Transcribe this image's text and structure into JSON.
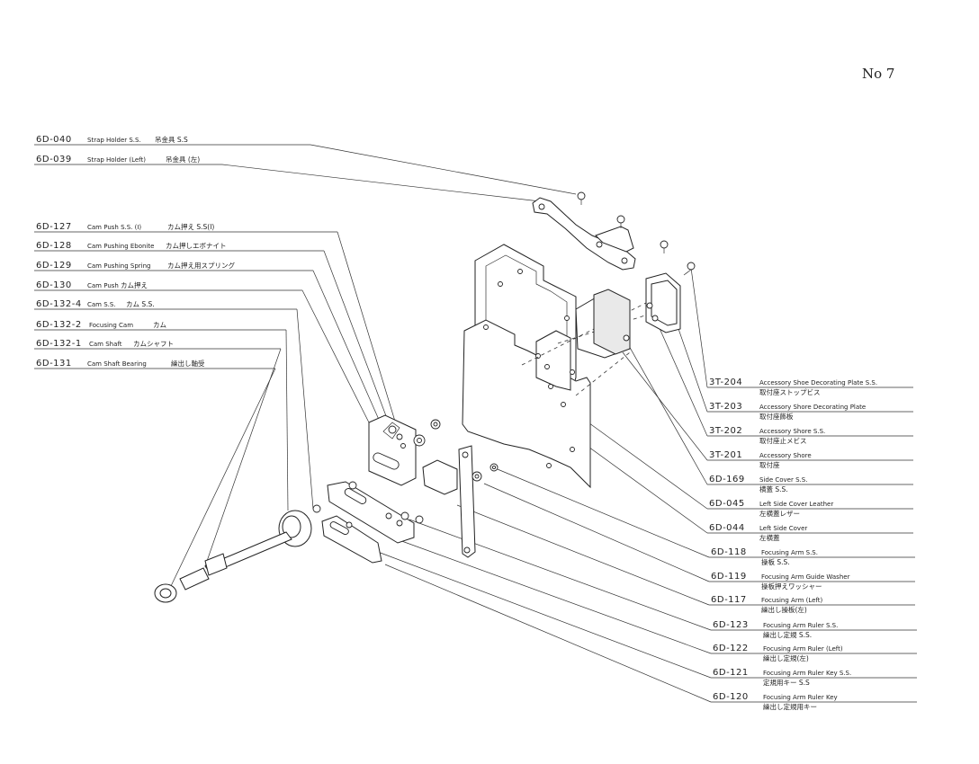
{
  "sheet_number": "No 7",
  "callouts_left": [
    {
      "part_no": "6D-040",
      "name_en": "Strap Holder S.S.",
      "name_jp": "吊金具 S.S"
    },
    {
      "part_no": "6D-039",
      "name_en": "Strap Holder (Left)",
      "name_jp": "吊金具 (左)"
    },
    {
      "part_no": "6D-127",
      "name_en": "Cam Push S.S. (I)",
      "name_jp": "カム押え S.S(I)"
    },
    {
      "part_no": "6D-128",
      "name_en": "Cam Pushing Ebonite",
      "name_jp": "カム押しエボナイト"
    },
    {
      "part_no": "6D-129",
      "name_en": "Cam Pushing Spring",
      "name_jp": "カム押え用スプリング"
    },
    {
      "part_no": "6D-130",
      "name_en": "Cam Push",
      "name_jp": "カム押え"
    },
    {
      "part_no": "6D-132-4",
      "name_en": "Cam S.S.",
      "name_jp": "カム S.S."
    },
    {
      "part_no": "6D-132-2",
      "name_en": "Focusing Cam",
      "name_jp": "カム"
    },
    {
      "part_no": "6D-132-1",
      "name_en": "Cam Shaft",
      "name_jp": "カムシャフト"
    },
    {
      "part_no": "6D-131",
      "name_en": "Cam Shaft Bearing",
      "name_jp": "繰出し軸受"
    }
  ],
  "callouts_right": [
    {
      "part_no": "3T-204",
      "name_en": "Accessory Shoe Decorating Plate S.S.",
      "name_jp": "取付座ストップビス"
    },
    {
      "part_no": "3T-203",
      "name_en": "Accessory Shore Decorating Plate",
      "name_jp": "取付座飾板"
    },
    {
      "part_no": "3T-202",
      "name_en": "Accessory Shore S.S.",
      "name_jp": "取付座止メビス"
    },
    {
      "part_no": "3T-201",
      "name_en": "Accessory Shore",
      "name_jp": "取付座"
    },
    {
      "part_no": "6D-169",
      "name_en": "Side Cover S.S.",
      "name_jp": "横蓋 S.S."
    },
    {
      "part_no": "6D-045",
      "name_en": "Left Side Cover Leather",
      "name_jp": "左横蓋レザー"
    },
    {
      "part_no": "6D-044",
      "name_en": "Left Side Cover",
      "name_jp": "左横蓋"
    },
    {
      "part_no": "6D-118",
      "name_en": "Focusing Arm S.S.",
      "name_jp": "操板 S.S."
    },
    {
      "part_no": "6D-119",
      "name_en": "Focusing Arm Guide Washer",
      "name_jp": "操板押えワッシャー"
    },
    {
      "part_no": "6D-117",
      "name_en": "Focusing Arm (Left)",
      "name_jp": "繰出し操板(左)"
    },
    {
      "part_no": "6D-123",
      "name_en": "Focusing Arm Ruler S.S.",
      "name_jp": "繰出し定規 S.S."
    },
    {
      "part_no": "6D-122",
      "name_en": "Focusing Arm Ruler (Left)",
      "name_jp": "繰出し定規(左)"
    },
    {
      "part_no": "6D-121",
      "name_en": "Focusing Arm Ruler Key S.S.",
      "name_jp": "定規用キー S.S"
    },
    {
      "part_no": "6D-120",
      "name_en": "Focusing Arm Ruler Key",
      "name_jp": "繰出し定規用キー"
    }
  ]
}
